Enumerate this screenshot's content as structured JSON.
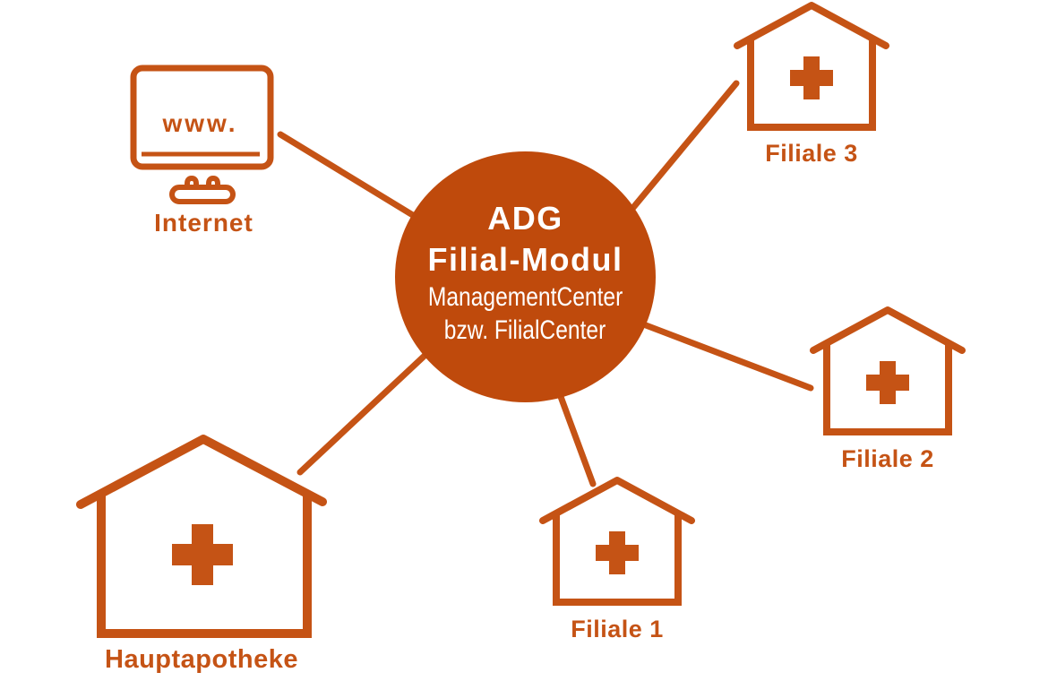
{
  "colors": {
    "accent_fill": "#bf4a0c",
    "accent_stroke": "#c55315",
    "background": "#ffffff",
    "text_on_accent": "#ffffff"
  },
  "hub": {
    "title_line1": "ADG",
    "title_line2": "Filial-Modul",
    "subtitle_line1": "ManagementCenter",
    "subtitle_line2": "bzw. FilialCenter"
  },
  "nodes": {
    "internet": {
      "label": "Internet",
      "screen_text": "www.",
      "icon": "monitor-icon"
    },
    "filiale3": {
      "label": "Filiale 3",
      "icon": "pharmacy-house-icon"
    },
    "filiale2": {
      "label": "Filiale 2",
      "icon": "pharmacy-house-icon"
    },
    "filiale1": {
      "label": "Filiale 1",
      "icon": "pharmacy-house-icon"
    },
    "hauptapotheke": {
      "label": "Hauptapotheke",
      "icon": "pharmacy-house-icon"
    }
  },
  "connections": [
    {
      "from": "ADG Filial-Modul",
      "to": "Internet"
    },
    {
      "from": "ADG Filial-Modul",
      "to": "Filiale 3"
    },
    {
      "from": "ADG Filial-Modul",
      "to": "Filiale 2"
    },
    {
      "from": "ADG Filial-Modul",
      "to": "Filiale 1"
    },
    {
      "from": "ADG Filial-Modul",
      "to": "Hauptapotheke"
    }
  ]
}
